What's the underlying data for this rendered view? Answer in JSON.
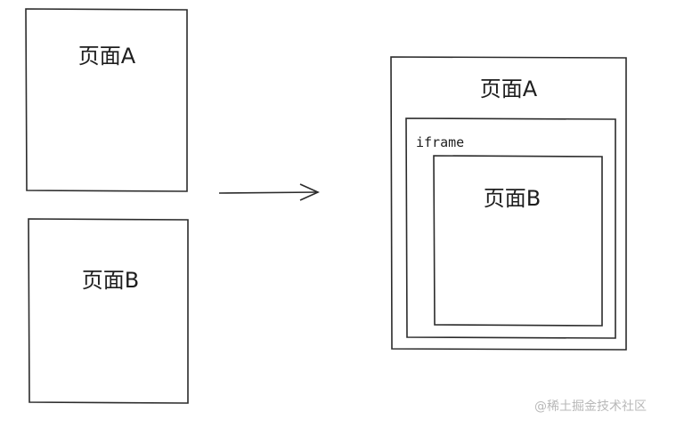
{
  "left": {
    "page_a_label": "页面A",
    "page_b_label": "页面B"
  },
  "right": {
    "page_a_label": "页面A",
    "iframe_label": "iframe",
    "page_b_label": "页面B"
  },
  "watermark": "@稀土掘金技术社区"
}
